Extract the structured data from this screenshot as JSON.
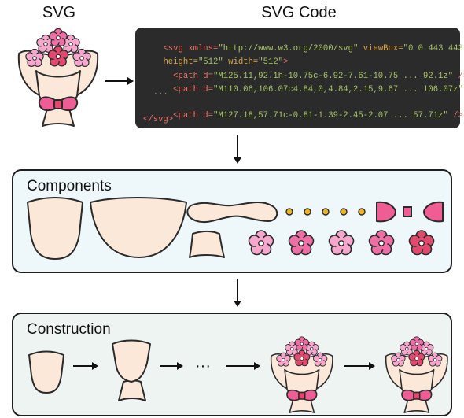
{
  "headings": {
    "svg": "SVG",
    "svg_code": "SVG Code",
    "components": "Components",
    "construction": "Construction"
  },
  "code": {
    "line1_a": "<svg xmlns=",
    "line1_b": "\"http://www.w3.org/2000/svg\"",
    "line1_c": " viewBox=",
    "line1_d": "\"0 0 443 443\"",
    "line2_a": "height=",
    "line2_b": "\"512\"",
    "line2_c": " width=",
    "line2_d": "\"512\"",
    "line2_e": ">",
    "line3_a": "  <path d=",
    "line3_b": "\"M125.11,92.1h-10.75c-6.92-7.61-10.75 ... 92.1z\"",
    "line3_c": " />",
    "line4_a": "  <path d=",
    "line4_b": "\"M110.06,106.07c4.84,0,4.84,2.15,9.67 ... 106.07z\"",
    "line4_c": " />",
    "line5": "  ...",
    "line6_a": "  <path d=",
    "line6_b": "\"M127.18,57.71c-0.81-1.39-2.45-2.07 ... 57.71z\"",
    "line6_c": " />",
    "line7": "</svg>"
  },
  "construction_ellipsis": "···",
  "colors": {
    "code_bg": "#2b2b2b",
    "code_tag": "#e8756a",
    "code_attr": "#d9a64a",
    "code_string": "#a8c46a",
    "code_default": "#d0d0d0",
    "paper": "#fbe8d8",
    "flower_light": "#f7a6cd",
    "flower_mid": "#ee6fa5",
    "flower_dark": "#e14a6e",
    "bow": "#ef5d94",
    "dot": "#f2b21c",
    "components_bg": "#eef8fb",
    "construction_bg": "#eef4f1"
  },
  "icons": [
    "bouquet-icon",
    "wrapper-cup-icon",
    "wrapper-bowl-icon",
    "wrapper-band-icon",
    "bow-tail-icon",
    "flower-icon",
    "ribbon-knot-icon",
    "bow-loop-icon",
    "arrow-icon"
  ]
}
